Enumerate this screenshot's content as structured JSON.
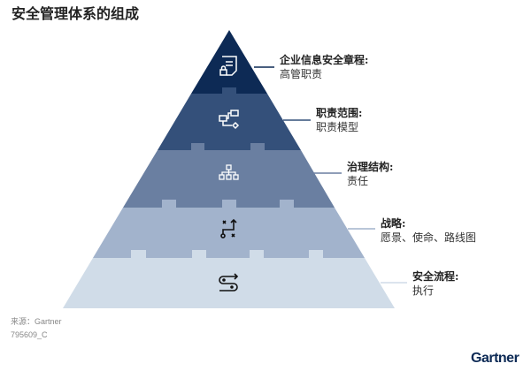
{
  "title": "安全管理体系的组成",
  "layers": [
    {
      "heading": "企业信息安全章程:",
      "detail": "高管职责",
      "icon": "document-lock-icon",
      "color": "#0d2a55"
    },
    {
      "heading": "职责范围:",
      "detail": "职责模型",
      "icon": "workflow-icon",
      "color": "#34507a"
    },
    {
      "heading": "治理结构:",
      "detail": "责任",
      "icon": "org-chart-icon",
      "color": "#6a7fa1"
    },
    {
      "heading": "战略:",
      "detail": "愿景、使命、路线图",
      "icon": "strategy-play-icon",
      "color": "#a2b3cc"
    },
    {
      "heading": "安全流程:",
      "detail": "执行",
      "icon": "process-path-icon",
      "color": "#d0dce8"
    }
  ],
  "footer": {
    "source": "来源：Gartner",
    "code": "795609_C"
  },
  "logo": "Gartner"
}
